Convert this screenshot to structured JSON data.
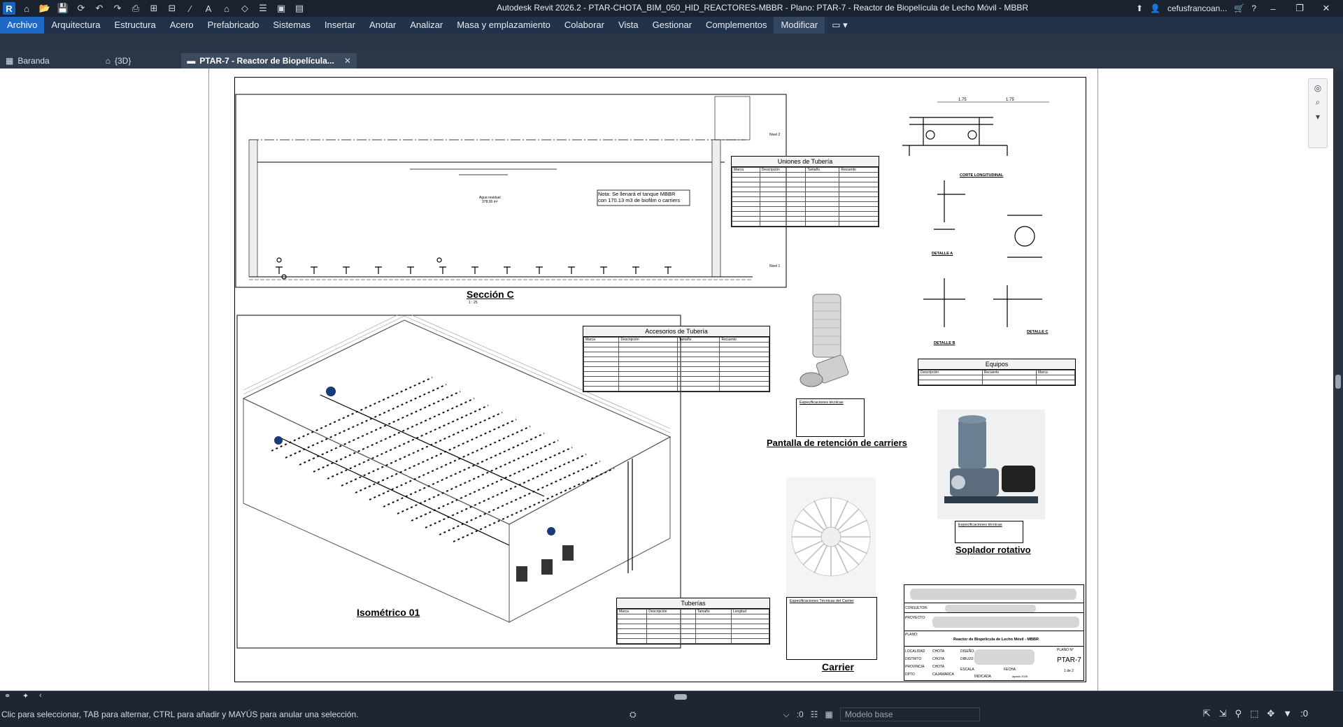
{
  "app": {
    "title": "Autodesk Revit 2026.2 - PTAR-CHOTA_BIM_050_HID_REACTORES-MBBR - Plano: PTAR-7 - Reactor de Biopelícula de Lecho Móvil - MBBR",
    "logo": "R",
    "user": "cefusfrancoan..."
  },
  "menu": {
    "items": [
      "Archivo",
      "Arquitectura",
      "Estructura",
      "Acero",
      "Prefabricado",
      "Sistemas",
      "Insertar",
      "Anotar",
      "Analizar",
      "Masa y emplazamiento",
      "Colaborar",
      "Vista",
      "Gestionar",
      "Complementos",
      "Modificar"
    ]
  },
  "tabs": [
    {
      "label": "Baranda"
    },
    {
      "label": "{3D}"
    },
    {
      "label": "PTAR-7 - Reactor de Biopelícula..."
    }
  ],
  "drawing": {
    "seccion_label": "Sección C",
    "seccion_scale": "1 : 25",
    "nota": [
      "Nota: Se llenará el tanque MBBR",
      "con 170.13 m3 de biofilm o carriers"
    ],
    "agua_label": [
      "Agua residual",
      "378.00 m³"
    ],
    "nivel2": "Nivel 2",
    "nivel1": "Nivel 1",
    "iso_label": "Isométrico 01",
    "pantalla_label": "Pantalla de retención de carriers",
    "carrier_label": "Carrier",
    "soplador_label": "Soplador rotativo",
    "corte_label": "CORTE LONGITUDINAL",
    "detalle_a": "DETALLE A",
    "detalle_b": "DETALLE B",
    "detalle_c": "DETALLE C",
    "cota1": "1.75",
    "cota2": "1.75",
    "uniones_title": "Uniones de Tubería",
    "accesorios_title": "Accesorios de Tubería",
    "tuberias_title": "Tuberías",
    "equipos_title": "Equipos",
    "equipos_headers": [
      "Descripción",
      "Recuento",
      "Marca"
    ],
    "table_headers": [
      "Marca",
      "Descripción",
      "Tamaño",
      "Recuento"
    ],
    "tuberias_headers": [
      "Marca",
      "Descripción",
      "Tamaño",
      "Longitud"
    ],
    "spec_title": "Especificaciones técnicas",
    "spec_carrier_title": "Especificaciones Técnicas del Carrier",
    "tb_consultor": "CONSULTOR:",
    "tb_proyecto": "PROYECTO:",
    "tb_plano": "PLANO:",
    "tb_plano_title": "Reactor de Biopelícula de Lecho Móvil - MBBR",
    "tb_localidad": "LOCALIDAD",
    "tb_distrito": "DISTRITO",
    "tb_provincia": "PROVINCIA",
    "tb_dpto": "DPTO",
    "tb_chota": "CHOTA",
    "tb_cajamarca": "CAJAMARCA",
    "tb_diseno": "DISEÑO:",
    "tb_dibujo": "DIBUJO:",
    "tb_escala": "ESCALA",
    "tb_indicada": "INDICADA",
    "tb_fecha": "FECHA",
    "tb_fecha_val": "agosto 2025",
    "tb_plano_n": "PLANO N°",
    "tb_sheet": "PTAR-7",
    "tb_page": "1 de 2"
  },
  "status": {
    "message": "Clic para seleccionar, TAB para alternar, CTRL para añadir y MAYÚS para anular una selección.",
    "zero1": ":0",
    "model_base": "Modelo base",
    "filter_count": ":0"
  },
  "colors": {
    "titlebar": "#1a2230",
    "menubar": "#22324a",
    "accent": "#1c68c4",
    "canvas": "#ffffff"
  }
}
